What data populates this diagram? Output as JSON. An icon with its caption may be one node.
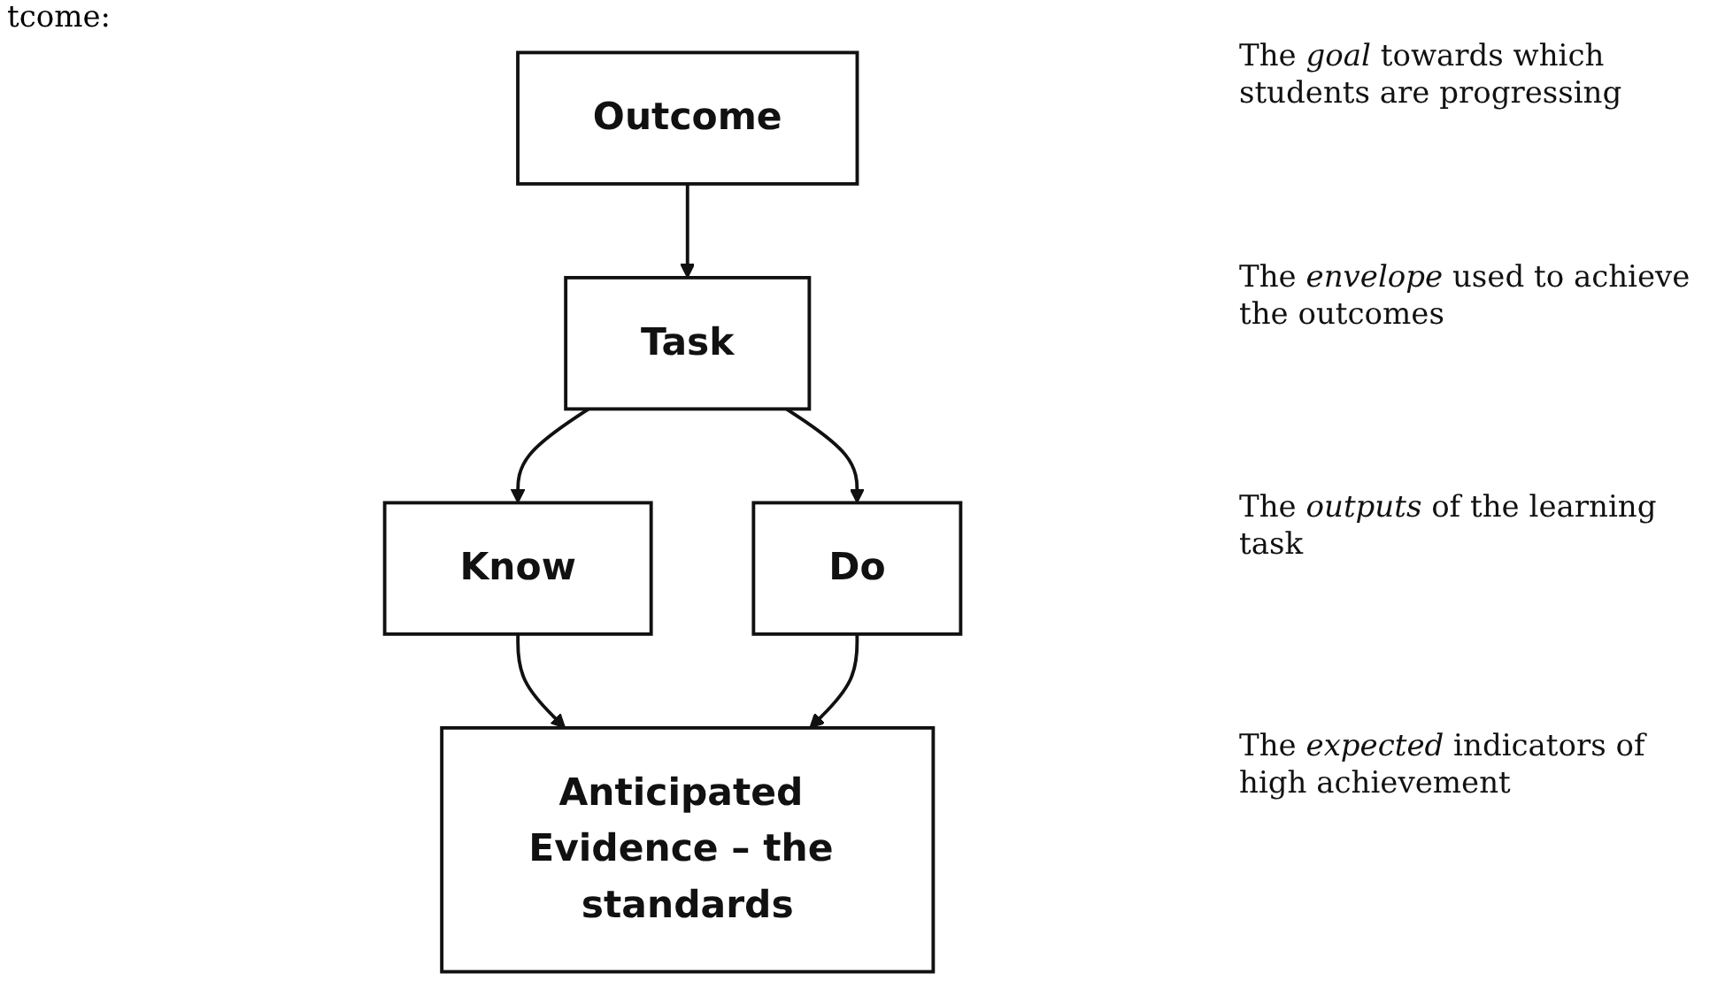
{
  "diagram": {
    "nodes": [
      {
        "text": [
          "Outcome"
        ]
      },
      {
        "text": [
          "Task"
        ]
      },
      {
        "text": [
          "Know"
        ]
      },
      {
        "text": [
          "Do"
        ]
      },
      {
        "text": [
          "Anticipated Evidence – the standards"
        ]
      }
    ],
    "edges": [
      {
        "from": 0,
        "to": 1,
        "arrow": "to"
      },
      {
        "from": 1,
        "to": 2,
        "arrow": "to"
      },
      {
        "from": 1,
        "to": 3,
        "arrow": "to"
      },
      {
        "from": 2,
        "to": 4,
        "arrow": "to"
      },
      {
        "from": 3,
        "to": 4,
        "arrow": "to"
      }
    ],
    "labels": [
      "tcome:",
      "The *goal* towards which students are progressing",
      "The *envelope* used to achieve the outcomes",
      "The *outputs* of the learning task",
      "The *expected* indicators of high achievement"
    ]
  }
}
